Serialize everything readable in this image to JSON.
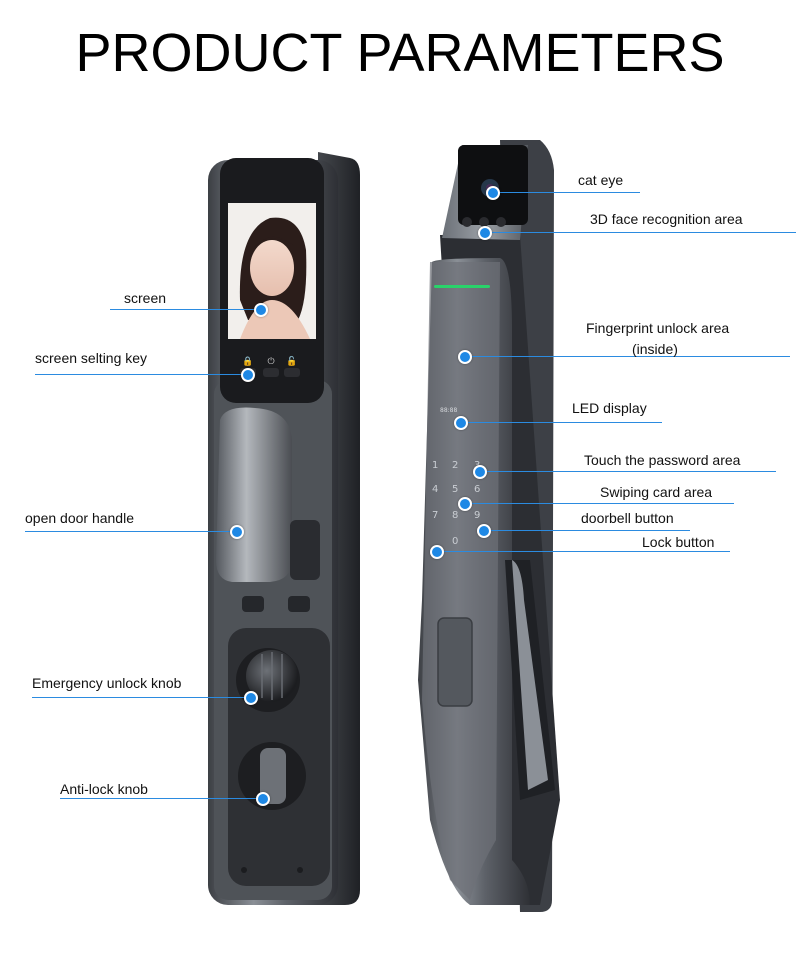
{
  "title": "PRODUCT PARAMETERS",
  "accent_color": "#1e88e5",
  "left_labels": {
    "screen": "screen",
    "screen_key": "screen selting key",
    "handle": "open door handle",
    "emergency": "Emergency unlock knob",
    "antilock": "Anti-lock knob"
  },
  "right_labels": {
    "cat_eye": "cat eye",
    "face": "3D face recognition area",
    "fingerprint_1": "Fingerprint unlock area",
    "fingerprint_2": "(inside)",
    "led": "LED display",
    "touch": "Touch the password area",
    "card": "Swiping card area",
    "doorbell": "doorbell button",
    "lock": "Lock button"
  },
  "keypad": [
    "1",
    "2",
    "3",
    "4",
    "5",
    "6",
    "7",
    "8",
    "9",
    "0"
  ]
}
